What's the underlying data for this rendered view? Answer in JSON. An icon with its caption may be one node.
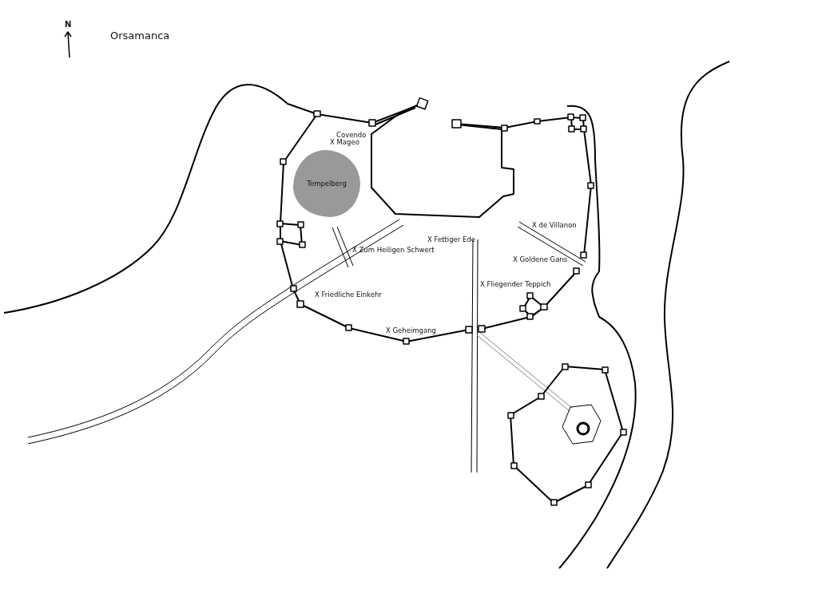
{
  "diagram": {
    "title": "Orsamanca",
    "nodes": [
      {
        "text": [
          "Tempelberg"
        ]
      }
    ],
    "labels": [
      "N",
      "Covendo",
      "X Mageo",
      "X de Villanon",
      "X Fettiger Ede",
      "X Zum Heiligen Schwert",
      "X Goldene Gans",
      "X Friedliche Einkehr",
      "X Fliegender Teppich",
      "X Geheimgang"
    ]
  }
}
